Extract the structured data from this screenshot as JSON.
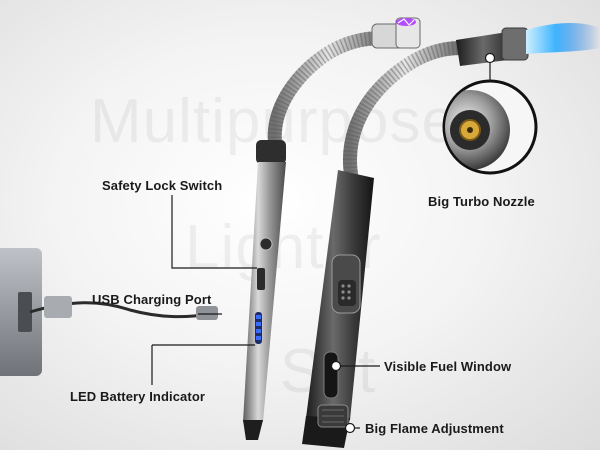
{
  "watermark": {
    "line1": "Multipurpose",
    "line2": "Lighter",
    "line3": "Set"
  },
  "callouts": {
    "safety_lock": "Safety Lock Switch",
    "usb_port": "USB Charging Port",
    "led_battery": "LED Battery Indicator",
    "turbo_nozzle": "Big Turbo Nozzle",
    "fuel_window": "Visible Fuel Window",
    "flame_adjust": "Big Flame Adjustment"
  },
  "colors": {
    "silver_body": "#9a9a9a",
    "dark_body": "#3c3c3c",
    "plasma_arc": "#b44cff",
    "flame_blue": "#2aa7ff",
    "led_blue": "#3a6bff"
  }
}
